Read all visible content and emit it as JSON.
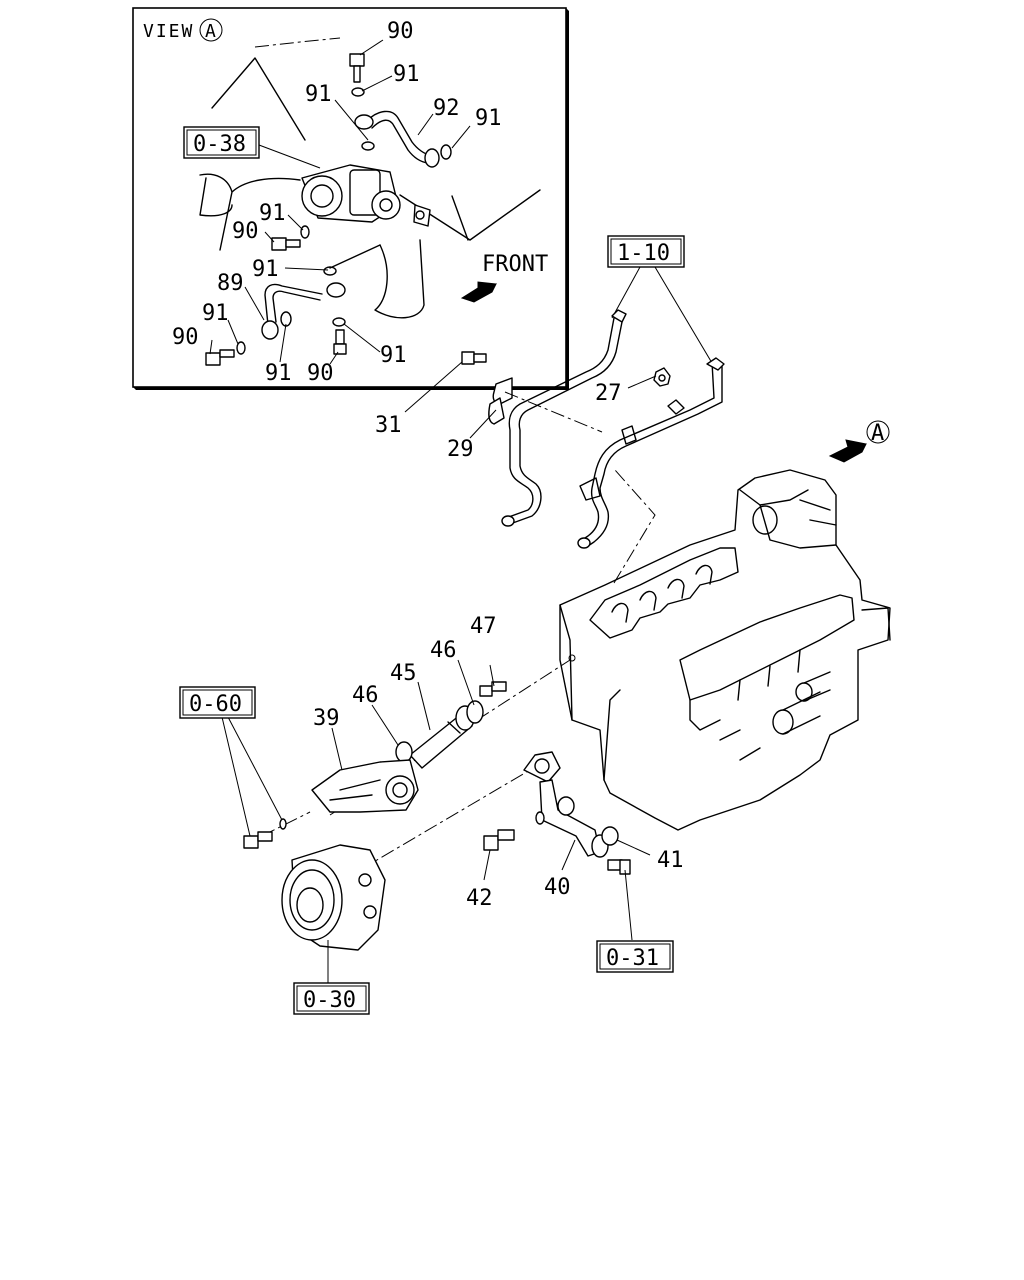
{
  "inset": {
    "view_label": "VIEW",
    "view_marker": "A",
    "front_label": "FRONT"
  },
  "main": {
    "view_marker": "A"
  },
  "ref_boxes": {
    "r0_38": "0-38",
    "r1_10": "1-10",
    "r0_60": "0-60",
    "r0_31": "0-31",
    "r0_30": "0-30"
  },
  "labels": {
    "p90a": "90",
    "p91a": "91",
    "p91b": "91",
    "p92": "92",
    "p91c": "91",
    "p91d": "91",
    "p90b": "90",
    "p91e": "91",
    "p89": "89",
    "p91f": "91",
    "p90c": "90",
    "p91g": "91",
    "p91h": "91",
    "p90d": "90",
    "p31": "31",
    "p29": "29",
    "p27": "27",
    "p47": "47",
    "p46a": "46",
    "p45": "45",
    "p46b": "46",
    "p39": "39",
    "p41": "41",
    "p42": "42",
    "p40": "40"
  }
}
